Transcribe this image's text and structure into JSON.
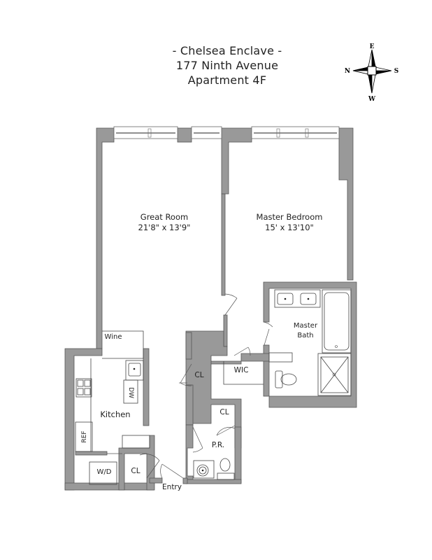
{
  "header": {
    "line1": "- Chelsea Enclave -",
    "line2": "177 Ninth Avenue",
    "line3": "Apartment 4F"
  },
  "compass": {
    "top": "E",
    "left": "N",
    "right": "S",
    "bottom": "W"
  },
  "rooms": {
    "great_room": {
      "name": "Great Room",
      "dims": "21'8\" x 13'9\""
    },
    "master_bedroom": {
      "name": "Master Bedroom",
      "dims": "15' x 13'10\""
    },
    "master_bath": {
      "name": "Master",
      "name2": "Bath"
    },
    "kitchen": {
      "name": "Kitchen"
    },
    "wic": {
      "name": "WIC"
    },
    "closet_hall": {
      "name": "CL"
    },
    "closet_pr": {
      "name": "CL"
    },
    "closet_entry": {
      "name": "CL"
    },
    "powder_room": {
      "name": "P.R."
    },
    "entry": {
      "name": "Entry"
    }
  },
  "fixtures": {
    "wine": "Wine",
    "dishwasher": "DW",
    "refrigerator": "REF",
    "washer_dryer": "W/D"
  },
  "colors": {
    "wall": "#999999",
    "wall_outline": "#555555",
    "line": "#333333",
    "text": "#222222"
  }
}
